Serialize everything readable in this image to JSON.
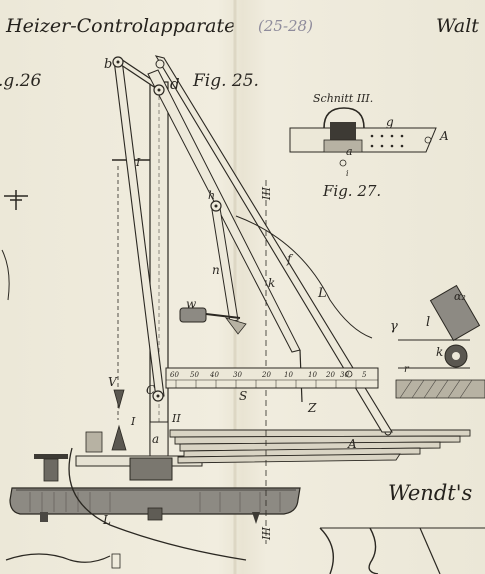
{
  "header": {
    "title": "Heizer-Controlapparate",
    "pencil_note": "(25-28)",
    "right_title": "Walt"
  },
  "figures": {
    "fig26": ".g.26",
    "fig25": "Fig. 25.",
    "fig27": "Fig. 27.",
    "schnitt": "Schnitt III.",
    "footer": "Wendt's"
  },
  "scale_ticks": [
    "60",
    "50",
    "40",
    "30",
    "20",
    "10",
    "10",
    "20",
    "30",
    "5"
  ],
  "labels": {
    "b": "b",
    "d": "d",
    "I_top": "I",
    "V": "V",
    "C": "C",
    "I_low": "I",
    "II": "II",
    "a": "a",
    "S": "S",
    "Z": "Z",
    "A": "A",
    "L_low": "L",
    "III_top": "III",
    "III_bot": "III",
    "h": "h",
    "n": "n",
    "f": "f",
    "k": "k",
    "L": "L",
    "w": "w",
    "g": "g",
    "A27": "A",
    "a27": "a",
    "i27": "i",
    "alpha2": "α₂",
    "gamma": "γ",
    "l": "l",
    "k2": "k",
    "r": "r"
  }
}
